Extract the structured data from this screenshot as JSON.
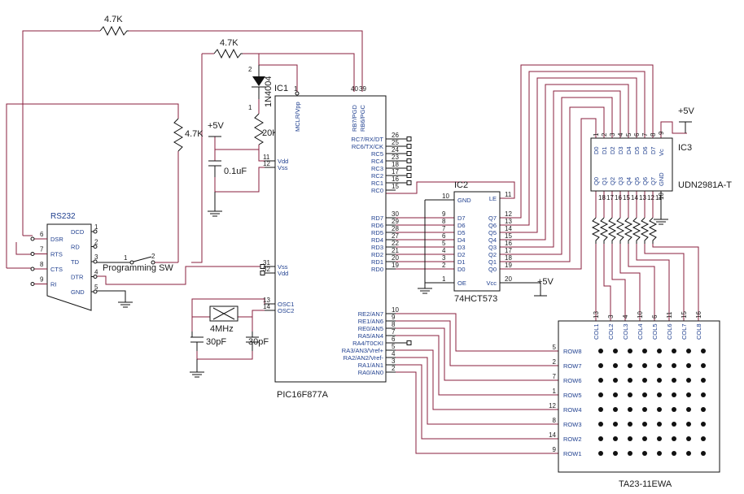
{
  "components": {
    "ic1": {
      "label": "IC1",
      "part": "PIC16F877A"
    },
    "ic2": {
      "label": "IC2",
      "part": "74HCT573"
    },
    "ic3": {
      "label": "IC3",
      "part": "UDN2981A-T"
    },
    "matrix": {
      "part": "TA23-11EWA"
    },
    "rs232": {
      "label": "RS232"
    },
    "diode": {
      "part": "1N4004"
    },
    "crystal": {
      "value": "4MHz"
    },
    "switch": {
      "label": "Programming SW"
    }
  },
  "resistors": {
    "r_top": "4.7K",
    "r_mid": "4.7K",
    "r_left": "4.7K",
    "r_vdd": "20K"
  },
  "capacitors": {
    "c_vdd": "0.1uF",
    "c_osc1": "30pF",
    "c_osc2": "30pF"
  },
  "power": {
    "vcc": "+5V"
  },
  "ic1_right_pins": [
    {
      "num": "26",
      "name": "RC7/RX/DT"
    },
    {
      "num": "25",
      "name": "RC6/TX/CK"
    },
    {
      "num": "24",
      "name": "RC5"
    },
    {
      "num": "23",
      "name": "RC4"
    },
    {
      "num": "18",
      "name": "RC3"
    },
    {
      "num": "17",
      "name": "RC2"
    },
    {
      "num": "16",
      "name": "RC1"
    },
    {
      "num": "15",
      "name": "RC0"
    },
    {
      "num": "30",
      "name": "RD7"
    },
    {
      "num": "29",
      "name": "RD6"
    },
    {
      "num": "28",
      "name": "RD5"
    },
    {
      "num": "27",
      "name": "RD4"
    },
    {
      "num": "22",
      "name": "RD3"
    },
    {
      "num": "21",
      "name": "RD2"
    },
    {
      "num": "20",
      "name": "RD1"
    },
    {
      "num": "19",
      "name": "RD0"
    },
    {
      "num": "10",
      "name": "RE2/AN7"
    },
    {
      "num": "9",
      "name": "RE1/AN6"
    },
    {
      "num": "8",
      "name": "RE0/AN5"
    },
    {
      "num": "7",
      "name": "RA5/AN4"
    },
    {
      "num": "6",
      "name": "RA4/T0CKI"
    },
    {
      "num": "5",
      "name": "RA3/AN3/Vref+"
    },
    {
      "num": "4",
      "name": "RA2/AN2/Vref-"
    },
    {
      "num": "3",
      "name": "RA1/AN1"
    },
    {
      "num": "2",
      "name": "RA0/AN0"
    }
  ],
  "ic1_top_pins": [
    {
      "num": "1",
      "name": "MCLR/Vpp"
    },
    {
      "num": "40",
      "name": "RB7/PGD"
    },
    {
      "num": "39",
      "name": "RB6/PGC"
    }
  ],
  "ic1_left_pins": [
    {
      "num": "11",
      "name": "Vdd"
    },
    {
      "num": "12",
      "name": "Vss"
    },
    {
      "num": "31",
      "name": "Vss"
    },
    {
      "num": "32",
      "name": "Vdd"
    },
    {
      "num": "13",
      "name": "OSC1"
    },
    {
      "num": "14",
      "name": "OSC2"
    }
  ],
  "ic2_left_pins": [
    {
      "num": "10",
      "name": "GND"
    },
    {
      "num": "9",
      "name": "D7"
    },
    {
      "num": "8",
      "name": "D6"
    },
    {
      "num": "7",
      "name": "D5"
    },
    {
      "num": "6",
      "name": "D4"
    },
    {
      "num": "5",
      "name": "D3"
    },
    {
      "num": "4",
      "name": "D2"
    },
    {
      "num": "3",
      "name": "D1"
    },
    {
      "num": "2",
      "name": "D0"
    },
    {
      "num": "1",
      "name": "OE"
    }
  ],
  "ic2_right_pins": [
    {
      "num": "11",
      "name": "LE"
    },
    {
      "num": "12",
      "name": "Q7"
    },
    {
      "num": "13",
      "name": "Q6"
    },
    {
      "num": "14",
      "name": "Q5"
    },
    {
      "num": "15",
      "name": "Q4"
    },
    {
      "num": "16",
      "name": "Q3"
    },
    {
      "num": "17",
      "name": "Q2"
    },
    {
      "num": "18",
      "name": "Q1"
    },
    {
      "num": "19",
      "name": "Q0"
    },
    {
      "num": "20",
      "name": "Vcc"
    }
  ],
  "ic3_top": [
    {
      "num": "1",
      "name": "D0"
    },
    {
      "num": "2",
      "name": "D1"
    },
    {
      "num": "3",
      "name": "D2"
    },
    {
      "num": "4",
      "name": "D3"
    },
    {
      "num": "5",
      "name": "D4"
    },
    {
      "num": "6",
      "name": "D5"
    },
    {
      "num": "7",
      "name": "D6"
    },
    {
      "num": "8",
      "name": "D7"
    }
  ],
  "ic3_bottom": [
    {
      "num": "18",
      "name": "Q0"
    },
    {
      "num": "17",
      "name": "Q1"
    },
    {
      "num": "16",
      "name": "Q2"
    },
    {
      "num": "15",
      "name": "Q3"
    },
    {
      "num": "14",
      "name": "Q4"
    },
    {
      "num": "13",
      "name": "Q5"
    },
    {
      "num": "12",
      "name": "Q6"
    },
    {
      "num": "11",
      "name": "Q7"
    }
  ],
  "ic3_extra": {
    "vc_pin": "9",
    "vc_name": "Vc",
    "gnd_pin": "10",
    "gnd_name": "GND"
  },
  "rs232_pins": [
    {
      "num": "1",
      "name": "DCD"
    },
    {
      "num": "6",
      "name": "DSR"
    },
    {
      "num": "2",
      "name": "RD"
    },
    {
      "num": "7",
      "name": "RTS"
    },
    {
      "num": "3",
      "name": "TD"
    },
    {
      "num": "8",
      "name": "CTS"
    },
    {
      "num": "4",
      "name": "DTR"
    },
    {
      "num": "9",
      "name": "RI"
    },
    {
      "num": "5",
      "name": "GND"
    }
  ],
  "matrix_cols": [
    {
      "pin": "13",
      "name": "COL1"
    },
    {
      "pin": "3",
      "name": "COL2"
    },
    {
      "pin": "4",
      "name": "COL3"
    },
    {
      "pin": "10",
      "name": "COL4"
    },
    {
      "pin": "6",
      "name": "COL5"
    },
    {
      "pin": "11",
      "name": "COL6"
    },
    {
      "pin": "15",
      "name": "COL7"
    },
    {
      "pin": "16",
      "name": "COL8"
    }
  ],
  "matrix_rows": [
    {
      "pin": "5",
      "name": "ROW8"
    },
    {
      "pin": "2",
      "name": "ROW7"
    },
    {
      "pin": "7",
      "name": "ROW6"
    },
    {
      "pin": "1",
      "name": "ROW5"
    },
    {
      "pin": "12",
      "name": "ROW4"
    },
    {
      "pin": "8",
      "name": "ROW3"
    },
    {
      "pin": "14",
      "name": "ROW2"
    },
    {
      "pin": "9",
      "name": "ROW1"
    }
  ],
  "switch_pins": {
    "a": "1",
    "b": "2"
  },
  "diode_pins": {
    "a": "2",
    "k": "1"
  }
}
